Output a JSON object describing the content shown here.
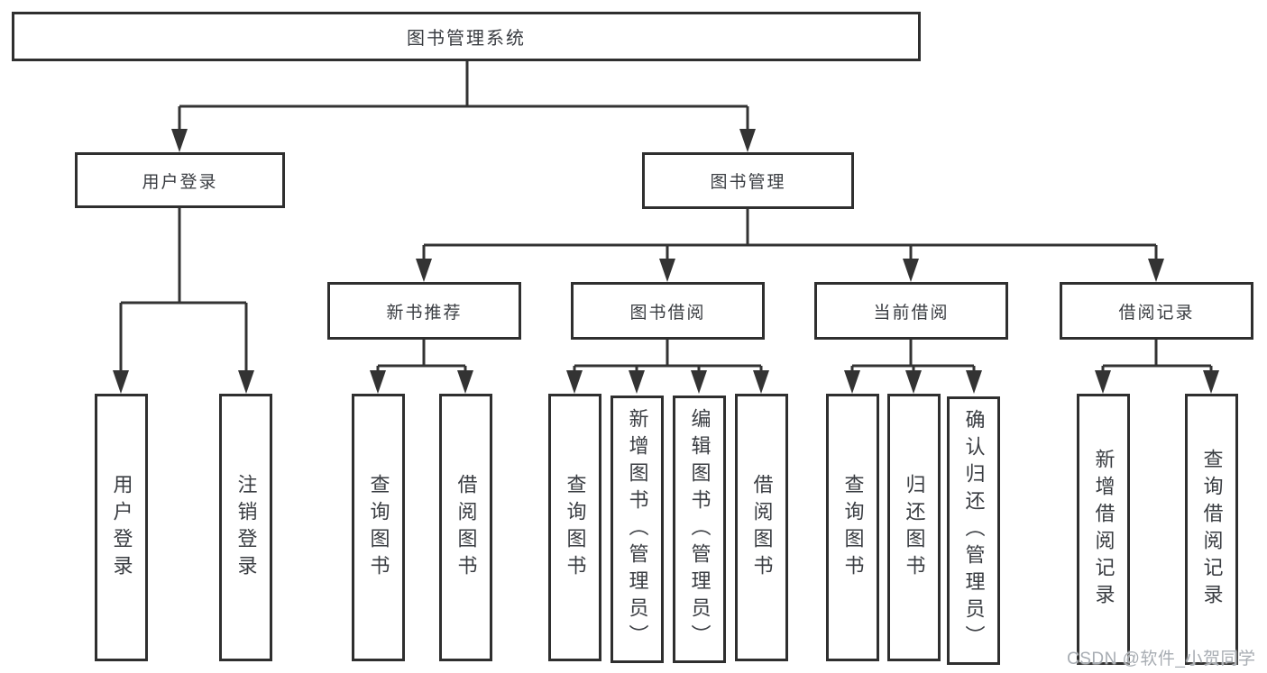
{
  "diagram": {
    "type": "hierarchy-tree",
    "tree": {
      "label": "图书管理系统",
      "children": [
        {
          "label": "用户登录",
          "children": [
            {
              "label": "用户登录"
            },
            {
              "label": "注销登录"
            }
          ]
        },
        {
          "label": "图书管理",
          "children": [
            {
              "label": "新书推荐",
              "children": [
                {
                  "label": "查询图书"
                },
                {
                  "label": "借阅图书"
                }
              ]
            },
            {
              "label": "图书借阅",
              "children": [
                {
                  "label": "查询图书"
                },
                {
                  "label": "新增图书（管理员）"
                },
                {
                  "label": "编辑图书（管理员）"
                },
                {
                  "label": "借阅图书"
                }
              ]
            },
            {
              "label": "当前借阅",
              "children": [
                {
                  "label": "查询图书"
                },
                {
                  "label": "归还图书"
                },
                {
                  "label": "确认归还（管理员）"
                }
              ]
            },
            {
              "label": "借阅记录",
              "children": [
                {
                  "label": "新增借阅记录"
                },
                {
                  "label": "查询借阅记录"
                }
              ]
            }
          ]
        }
      ]
    },
    "colors": {
      "line": "#333333",
      "text": "#3a3d42",
      "background": "#ffffff",
      "watermark": "#a8adb3"
    },
    "watermark": "CSDN @软件_小贺同学"
  }
}
